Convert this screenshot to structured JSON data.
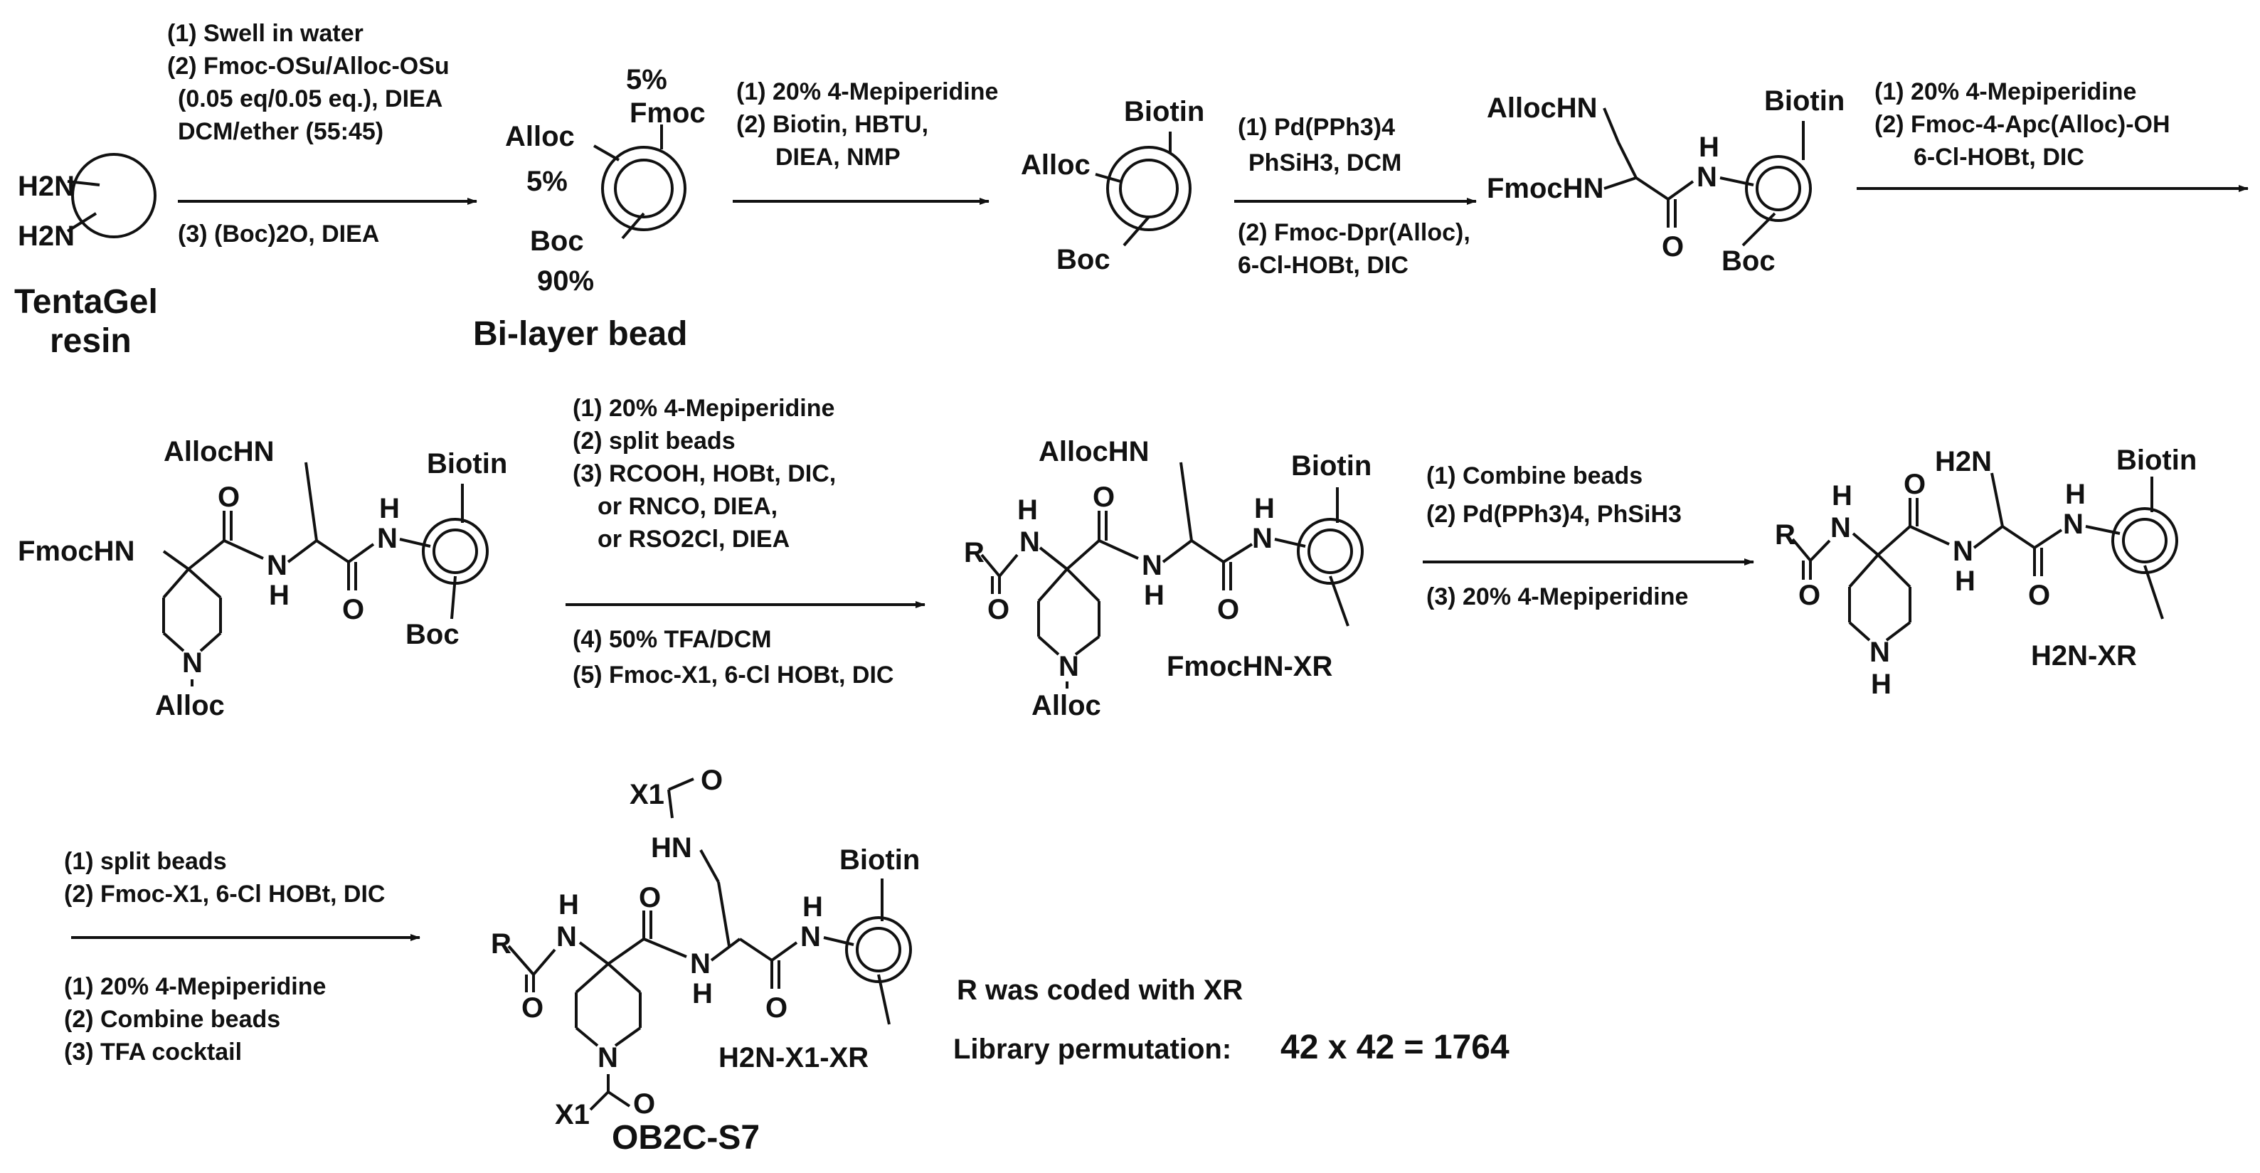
{
  "resin": {
    "nh2_top": "H2N",
    "nh2_bottom": "H2N",
    "name_1": "TentaGel",
    "name_2": "resin"
  },
  "step1": {
    "c1": "(1) Swell in water",
    "c2": "(2) Fmoc-OSu/Alloc-OSu",
    "c3": "(0.05 eq/0.05 eq.), DIEA",
    "c4": "DCM/ether (55:45)",
    "c5": "(3) (Boc)2O, DIEA"
  },
  "bilayer": {
    "fmoc_pct": "5%",
    "fmoc": "Fmoc",
    "alloc": "Alloc",
    "alloc_pct": "5%",
    "boc": "Boc",
    "boc_pct": "90%",
    "title": "Bi-layer bead"
  },
  "step2": {
    "c1": "(1) 20% 4-Mepiperidine",
    "c2": "(2) Biotin, HBTU,",
    "c3": "DIEA, NMP"
  },
  "compound2": {
    "biotin": "Biotin",
    "alloc": "Alloc",
    "boc": "Boc"
  },
  "step3": {
    "c1": "(1) Pd(PPh3)4",
    "c2": "PhSiH3, DCM",
    "c3": "(2) Fmoc-Dpr(Alloc),",
    "c4": "6-Cl-HOBt, DIC"
  },
  "compound3": {
    "allochn": "AllocHN",
    "fmochn": "FmocHN",
    "h": "H",
    "n": "N",
    "o": "O",
    "biotin": "Biotin",
    "boc": "Boc"
  },
  "step4": {
    "c1": "(1) 20% 4-Mepiperidine",
    "c2": "(2) Fmoc-4-Apc(Alloc)-OH",
    "c3": "6-Cl-HOBt, DIC"
  },
  "compound4": {
    "allochn": "AllocHN",
    "fmochn": "FmocHN",
    "h1": "H",
    "n1": "N",
    "n2": "N",
    "h2": "H",
    "o1": "O",
    "o2": "O",
    "biotin": "Biotin",
    "boc": "Boc",
    "ring_n": "N",
    "alloc": "Alloc"
  },
  "step5": {
    "c1": "(1) 20% 4-Mepiperidine",
    "c2": "(2) split beads",
    "c3": "(3) RCOOH, HOBt, DIC,",
    "c4": "or RNCO, DIEA,",
    "c5": "or RSO2Cl, DIEA",
    "c6": "(4) 50% TFA/DCM",
    "c7": "(5) Fmoc-X1, 6-Cl HOBt, DIC"
  },
  "compound5": {
    "r": "R",
    "h1": "H",
    "n1": "N",
    "o1": "O",
    "allochn": "AllocHN",
    "o2": "O",
    "n2": "N",
    "h2": "H",
    "h3": "H",
    "n3": "N",
    "o3": "O",
    "biotin": "Biotin",
    "ring_n": "N",
    "alloc": "Alloc",
    "fmochn_x": "FmocHN-XR"
  },
  "step6": {
    "c1": "(1) Combine beads",
    "c2": "(2) Pd(PPh3)4, PhSiH3",
    "c3": "(3) 20%  4-Mepiperidine"
  },
  "compound6": {
    "r": "R",
    "h1": "H",
    "n1": "N",
    "o1": "O",
    "h2n": "H2N",
    "o2": "O",
    "n2": "N",
    "h2": "H",
    "h3": "H",
    "n3": "N",
    "o3": "O",
    "biotin": "Biotin",
    "ring_n": "N",
    "ring_h": "H",
    "h2n_x": "H2N-XR"
  },
  "step7": {
    "c1": "(1) split beads",
    "c2": "(2) Fmoc-X1, 6-Cl HOBt, DIC",
    "c3": "(1) 20%  4-Mepiperidine",
    "c4": "(2) Combine beads",
    "c5": "(3) TFA cocktail"
  },
  "product": {
    "x1_top": "X1",
    "o_top": "O",
    "hn": "HN",
    "r": "R",
    "h1": "H",
    "n1": "N",
    "o1": "O",
    "o2": "O",
    "n2": "N",
    "h2": "H",
    "h3": "H",
    "n3": "N",
    "o3": "O",
    "biotin": "Biotin",
    "ring_n": "N",
    "x1_bottom": "X1",
    "o_bottom": "O",
    "h2n_x": "H2N-X1-XR",
    "name": "OB2C-S7"
  },
  "notes": {
    "coded": "R was coded with XR",
    "perm_label": "Library permutation:",
    "perm_value": "42 x 42 = 1764"
  }
}
